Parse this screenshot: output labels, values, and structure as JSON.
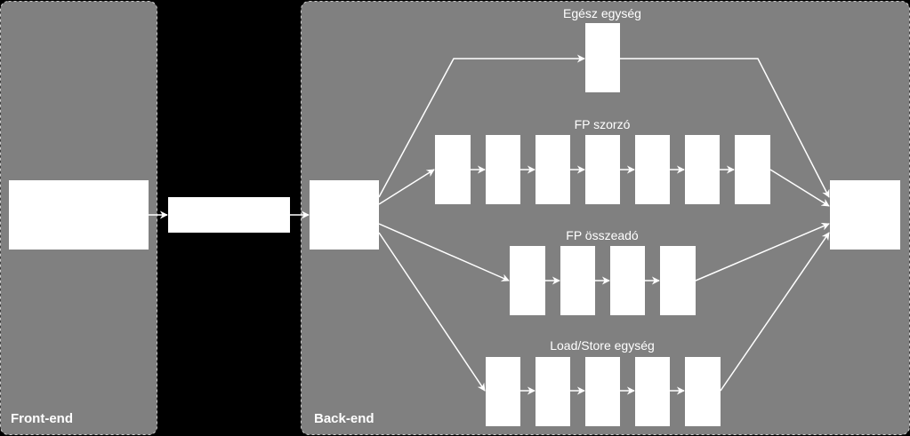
{
  "colors": {
    "background": "#000000",
    "panel": "#808080",
    "box": "#ffffff",
    "arrow": "#ffffff",
    "panel_border": "#cccccc"
  },
  "frontend": {
    "label": "Front-end"
  },
  "backend": {
    "label": "Back-end",
    "units": {
      "integer": {
        "label": "Egész egység",
        "stages": 1
      },
      "fp_multiplier": {
        "label": "FP szorzó",
        "stages": 7
      },
      "fp_adder": {
        "label": "FP összeadó",
        "stages": 4
      },
      "load_store": {
        "label": "Load/Store egység",
        "stages": 5
      }
    }
  }
}
